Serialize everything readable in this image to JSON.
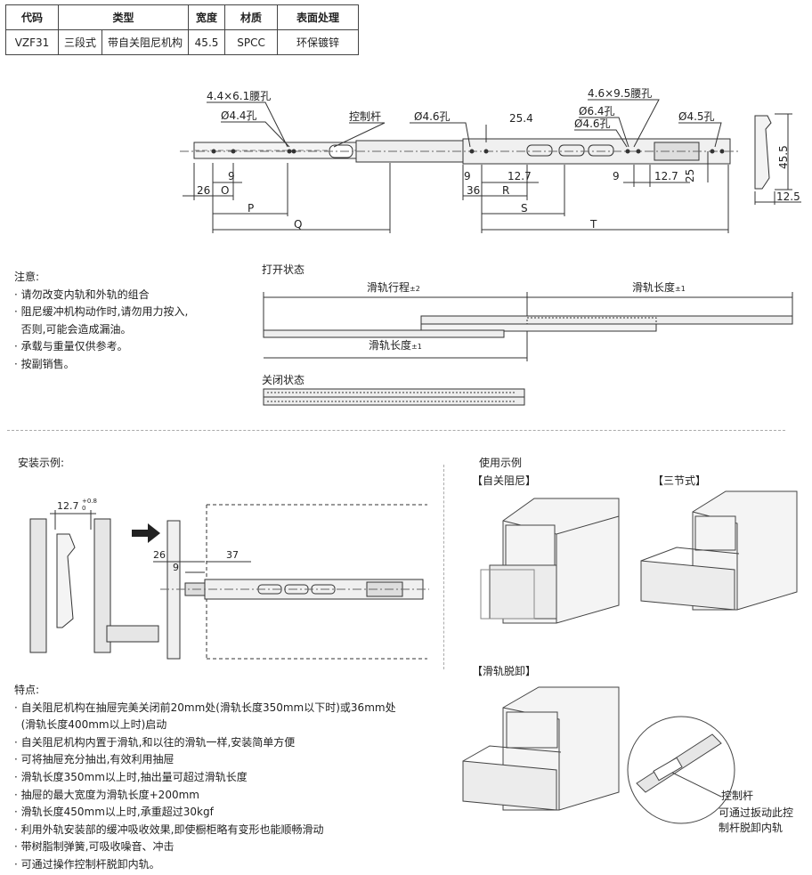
{
  "spec_table": {
    "headers": [
      "代码",
      "类型",
      "宽度",
      "材质",
      "表面处理"
    ],
    "row": [
      "VZF31",
      "三段式",
      "带自关阻尼机构",
      "45.5",
      "SPCC",
      "环保镀锌"
    ]
  },
  "drawing": {
    "labels": {
      "slot1": "4.4×6.1腰孔",
      "hole1": "Ø4.4孔",
      "lever": "控制杆",
      "hole2": "Ø4.6孔",
      "d254": "25.4",
      "slot2": "4.6×9.5腰孔",
      "hole3": "Ø6.4孔",
      "hole4": "Ø4.6孔",
      "hole5": "Ø4.5孔",
      "d26": "26",
      "d9a": "9",
      "O": "O",
      "P": "P",
      "Q": "Q",
      "d9b": "9",
      "d36": "36",
      "d127a": "12.7",
      "R": "R",
      "S": "S",
      "T": "T",
      "d9c": "9",
      "d127b": "12.7",
      "d25": "25",
      "d455": "45.5",
      "d125": "12.5"
    }
  },
  "notes": {
    "title": "注意:",
    "items": [
      "· 请勿改变内轨和外轨的组合",
      "· 阻尼缓冲机构动作时,请勿用力按入,",
      "  否则,可能会造成漏油。",
      "· 承载与重量仅供参考。",
      "· 按副销售。"
    ]
  },
  "state": {
    "open_title": "打开状态",
    "travel": "滑轨行程",
    "travel_tol": "±2",
    "length_top": "滑轨长度",
    "length_top_tol": "±1",
    "length_bottom": "滑轨长度",
    "length_bottom_tol": "±1",
    "closed_title": "关闭状态"
  },
  "install": {
    "title": "安装示例:",
    "dim127": "12.7",
    "dim127_sup": "+0.8",
    "dim127_sub": "0",
    "d26": "26",
    "d9": "9",
    "d37": "37"
  },
  "usage": {
    "title": "使用示例",
    "label1": "【自关阻尼】",
    "label2": "【三节式】",
    "label3": "【滑轨脱卸】",
    "lever_title": "控制杆",
    "lever_desc1": "可通过扳动此控",
    "lever_desc2": "制杆脱卸内轨"
  },
  "features": {
    "title": "特点:",
    "items": [
      "· 自关阻尼机构在抽屉完美关闭前20mm处(滑轨长度350mm以下时)或36mm处",
      "  (滑轨长度400mm以上时)启动",
      "· 自关阻尼机构内置于滑轨,和以往的滑轨一样,安装简单方便",
      "· 可将抽屉充分抽出,有效利用抽屉",
      "· 滑轨长度350mm以上时,抽出量可超过滑轨长度",
      "· 抽屉的最大宽度为滑轨长度+200mm",
      "· 滑轨长度450mm以上时,承重超过30kgf",
      "· 利用外轨安装部的缓冲吸收效果,即使橱柜略有变形也能顺畅滑动",
      "· 带树脂制弹簧,可吸收噪音、冲击",
      "· 可通过操作控制杆脱卸内轨。"
    ]
  }
}
